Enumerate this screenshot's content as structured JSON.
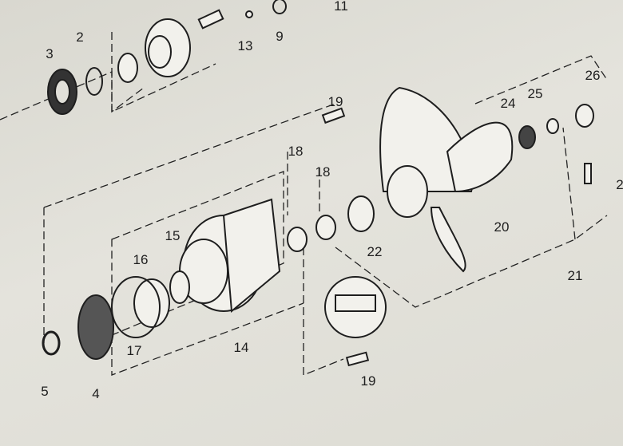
{
  "diagram": {
    "callouts": [
      "3",
      "2",
      "13",
      "9",
      "11",
      "19",
      "18",
      "18",
      "24",
      "25",
      "26",
      "2",
      "15",
      "16",
      "22",
      "20",
      "21",
      "17",
      "14",
      "5",
      "4",
      "19"
    ]
  },
  "colors": {
    "ink": "#1e1e1e",
    "paper": "#e0dfd8"
  }
}
